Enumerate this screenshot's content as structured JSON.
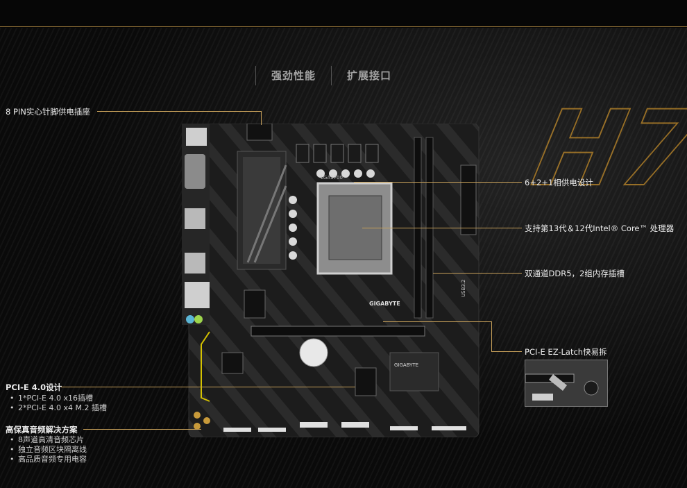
{
  "tabs": [
    {
      "label": "强劲性能"
    },
    {
      "label": "扩展接口"
    }
  ],
  "callouts": {
    "power_connector": "8 PIN实心针脚供电插座",
    "vrm": "6+2+1相供电设计",
    "cpu": "支持第13代＆12代Intel® Core™ 处理器",
    "memory": "双通道DDR5，2组内存插槽",
    "ez_latch": "PCI-E EZ-Latch快易拆",
    "pcie_title": "PCI-E 4.0设计",
    "pcie_items": [
      "1*PCI-E 4.0 x16插槽",
      "2*PCI-E 4.0 x4 M.2 插槽"
    ],
    "audio_title": "高保真音频解决方案",
    "audio_items": [
      "8声道高清音频芯片",
      "独立音频区块隔离线",
      "高品质音频专用电容"
    ]
  },
  "board_text": {
    "brand": "GIGABYTE",
    "socket": "LGA1700",
    "usb": "USB3.2"
  },
  "colors": {
    "accent": "#c8a15a",
    "brand_art": "#c08a2a",
    "pcb": "#1b1b1b"
  }
}
